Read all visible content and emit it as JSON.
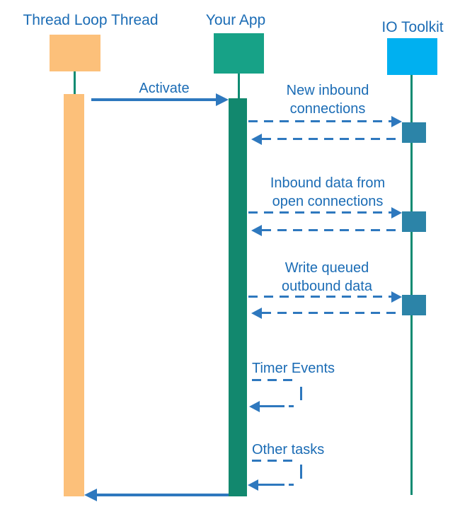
{
  "diagram": {
    "type": "sequence-diagram",
    "participants": {
      "thread_loop": {
        "label": "Thread Loop Thread",
        "header_color": "#fcc07a"
      },
      "your_app": {
        "label": "Your App",
        "header_color": "#17a287",
        "activation_color": "#12886e"
      },
      "io_toolkit": {
        "label": "IO Toolkit",
        "header_color": "#00b0f0"
      }
    },
    "messages": {
      "activate": {
        "label": "Activate",
        "from": "thread_loop",
        "to": "your_app",
        "style": "solid"
      },
      "new_inbound": {
        "line1": "New inbound",
        "line2": "connections",
        "from": "your_app",
        "to": "io_toolkit",
        "style": "dashed-roundtrip"
      },
      "inbound_data": {
        "line1": "Inbound data from",
        "line2": "open connections",
        "from": "your_app",
        "to": "io_toolkit",
        "style": "dashed-roundtrip"
      },
      "write_queued": {
        "line1": "Write queued",
        "line2": "outbound data",
        "from": "your_app",
        "to": "io_toolkit",
        "style": "dashed-roundtrip"
      },
      "timer_events": {
        "label": "Timer Events",
        "from": "your_app",
        "to": "your_app",
        "style": "dashed-self"
      },
      "other_tasks": {
        "label": "Other tasks",
        "from": "your_app",
        "to": "your_app",
        "style": "dashed-self"
      },
      "return": {
        "label": "",
        "from": "your_app",
        "to": "thread_loop",
        "style": "solid"
      }
    },
    "colors": {
      "text_blue": "#1b6cb5",
      "arrow_blue": "#2e78be",
      "orange_lifeline_bar": "#fcc07a",
      "green_header": "#17a287",
      "green_activation_bar": "#12886e",
      "cyan_header": "#00b0f0",
      "teal_execution_box": "#2c84a8",
      "lifeline_green": "#0e8b72"
    }
  }
}
